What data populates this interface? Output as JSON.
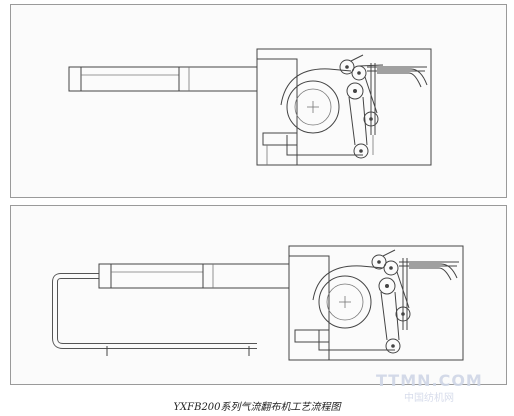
{
  "caption": "YXFB200系列气流翻布机工艺流程图",
  "watermark": {
    "main": "TTMN.COM",
    "sub": "中国纺机网"
  },
  "figures": [
    {
      "name": "process-diagram-top"
    },
    {
      "name": "process-diagram-bottom"
    }
  ]
}
